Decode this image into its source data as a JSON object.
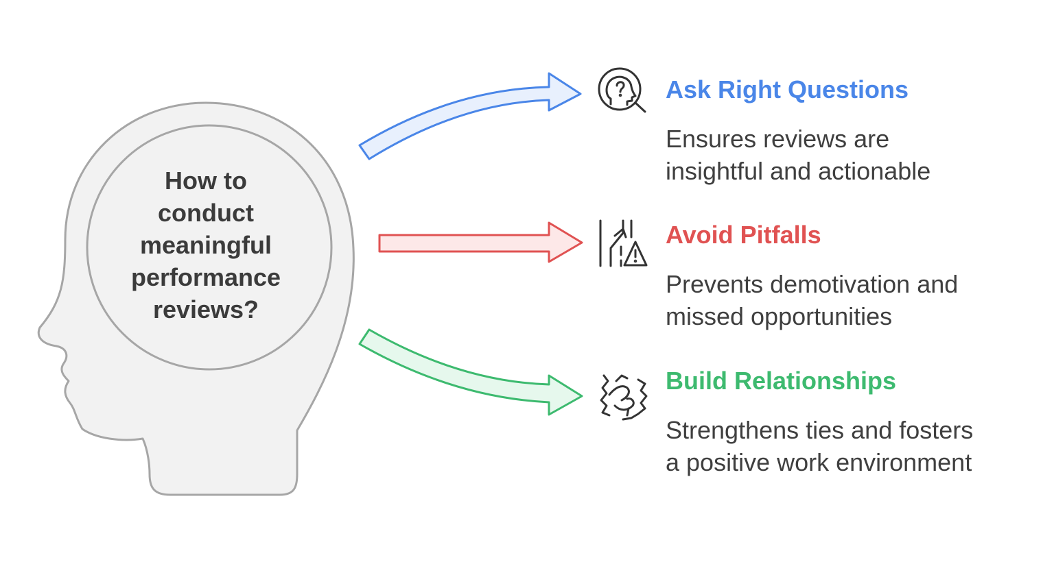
{
  "central": {
    "question_lines": [
      "How to",
      "conduct",
      "meaningful",
      "performance",
      "reviews?"
    ]
  },
  "items": [
    {
      "title": "Ask Right Questions",
      "description_lines": [
        "Ensures reviews are",
        "insightful and actionable"
      ],
      "color": "#4a86e8",
      "fill": "#e8f0fd",
      "icon": "head-question-search-icon"
    },
    {
      "title": "Avoid Pitfalls",
      "description_lines": [
        "Prevents demotivation and",
        "missed opportunities"
      ],
      "color": "#e05252",
      "fill": "#fde8e8",
      "icon": "road-warning-icon"
    },
    {
      "title": "Build Relationships",
      "description_lines": [
        "Strengthens ties and fosters",
        "a positive work environment"
      ],
      "color": "#3dba6f",
      "fill": "#e6f8ed",
      "icon": "handshake-icon"
    }
  ],
  "colors": {
    "head_fill": "#f2f2f2",
    "head_stroke": "#a6a6a6",
    "text_dark": "#3b3b3b"
  }
}
